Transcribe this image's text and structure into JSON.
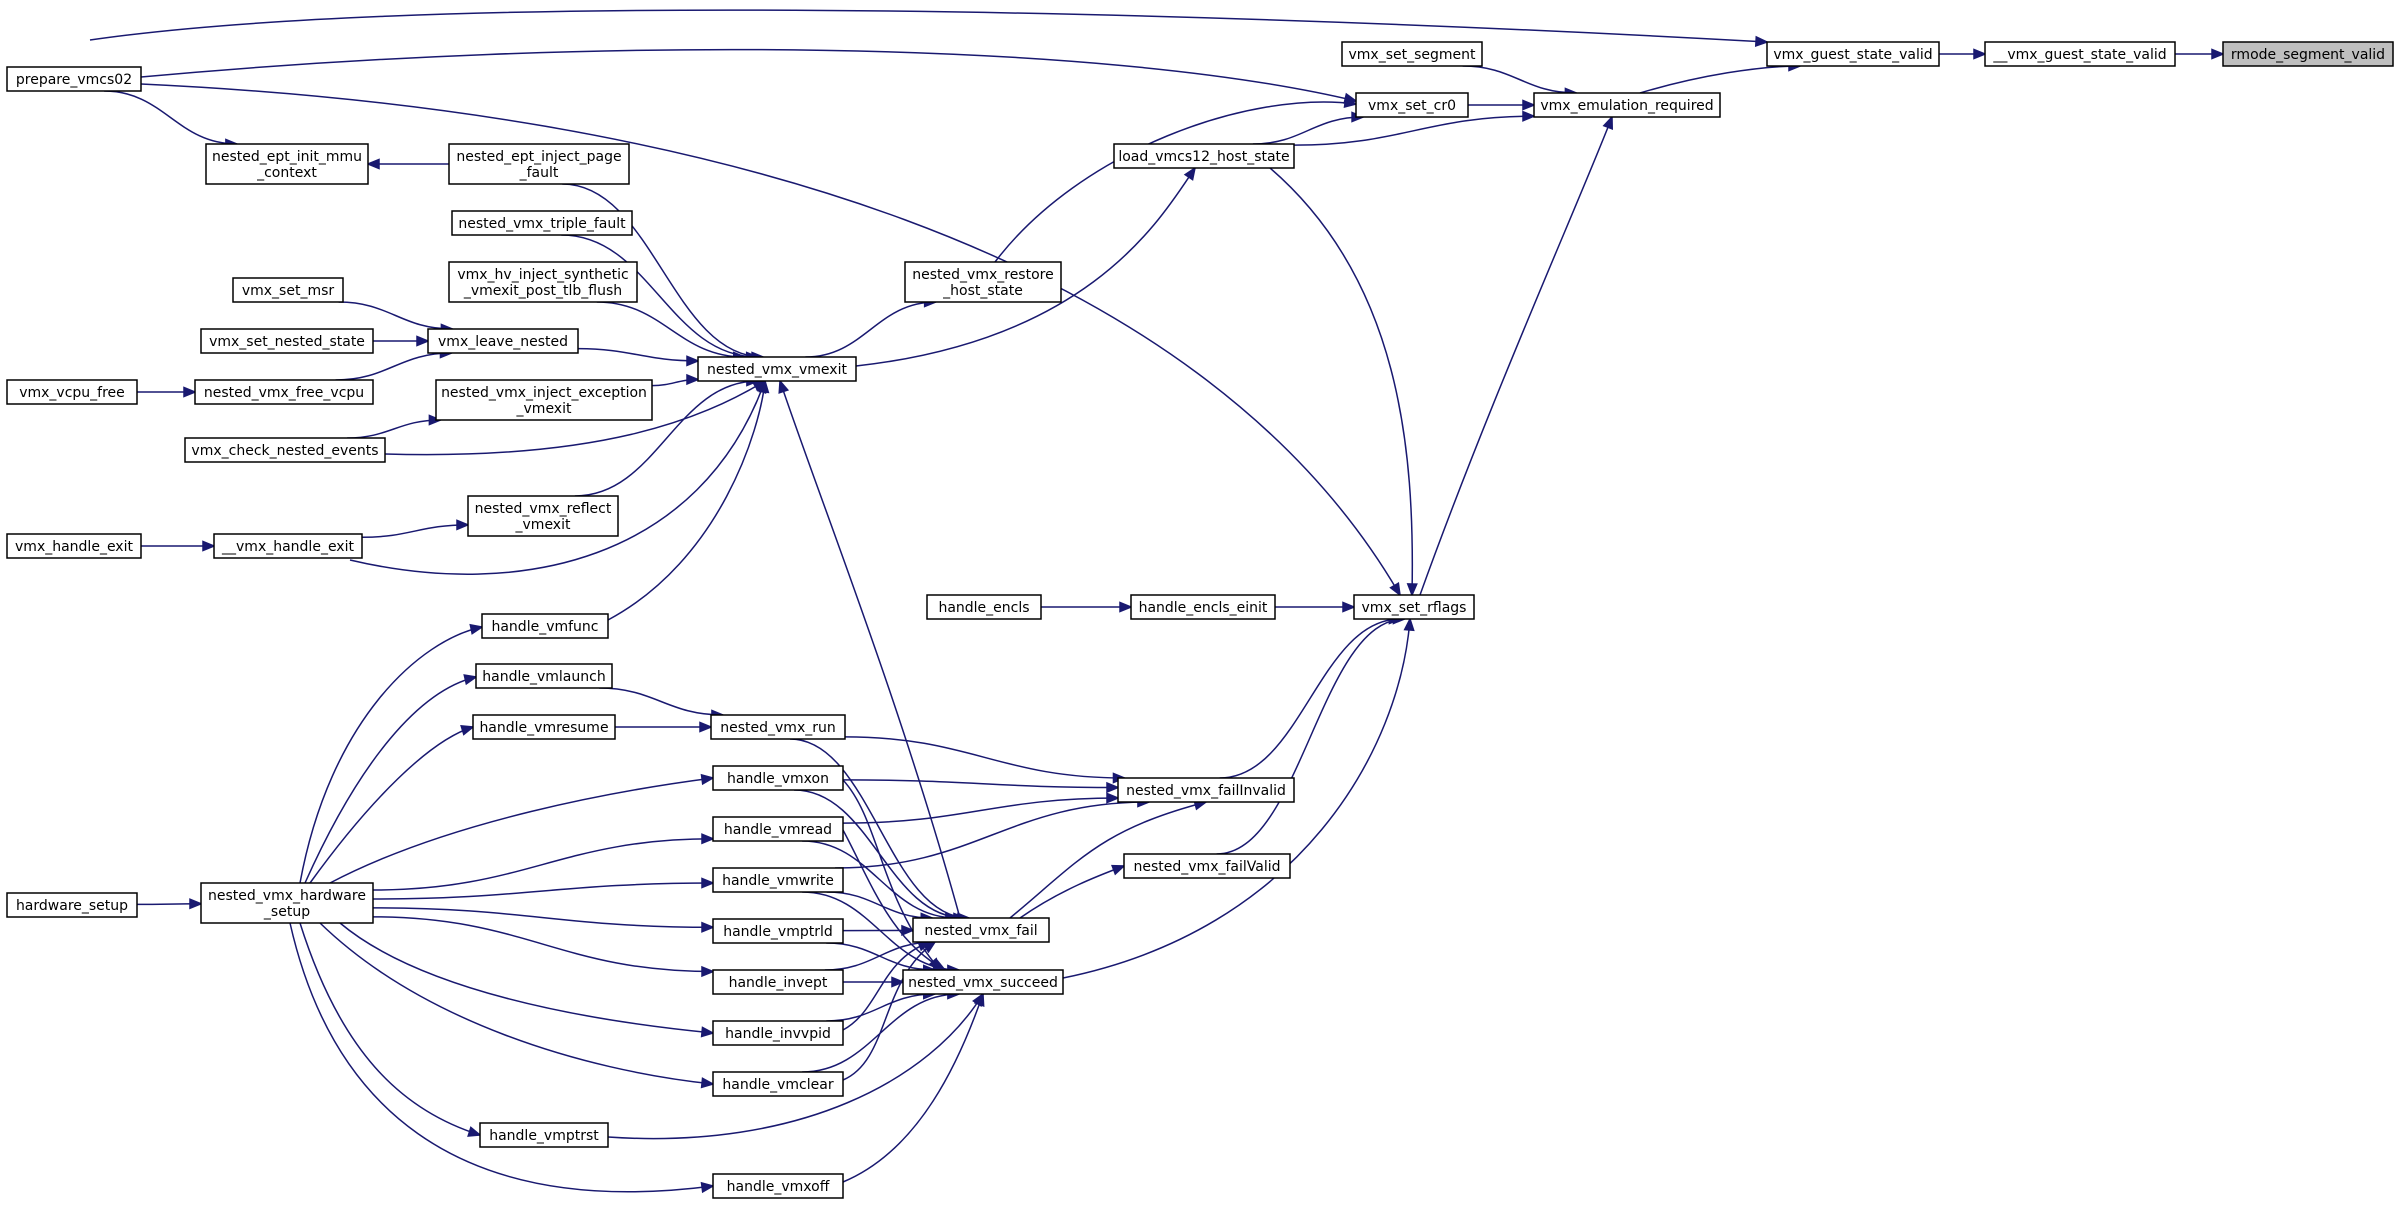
{
  "graph": {
    "title": "",
    "nodes": [
      {
        "id": "rmode_segment_valid",
        "lines": [
          "rmode_segment_valid"
        ],
        "focus": true
      },
      {
        "id": "__vmx_guest_state_valid",
        "lines": [
          "__vmx_guest_state_valid"
        ]
      },
      {
        "id": "vmx_guest_state_valid",
        "lines": [
          "vmx_guest_state_valid"
        ]
      },
      {
        "id": "vmx_emulation_required",
        "lines": [
          "vmx_emulation_required"
        ]
      },
      {
        "id": "vmx_set_segment",
        "lines": [
          "vmx_set_segment"
        ]
      },
      {
        "id": "vmx_set_cr0",
        "lines": [
          "vmx_set_cr0"
        ]
      },
      {
        "id": "load_vmcs12_host_state",
        "lines": [
          "load_vmcs12_host_state"
        ]
      },
      {
        "id": "prepare_vmcs02",
        "lines": [
          "prepare_vmcs02"
        ]
      },
      {
        "id": "nested_ept_init_mmu_context",
        "lines": [
          "nested_ept_init_mmu",
          "_context"
        ]
      },
      {
        "id": "nested_ept_inject_page_fault",
        "lines": [
          "nested_ept_inject_page",
          "_fault"
        ]
      },
      {
        "id": "nested_vmx_triple_fault",
        "lines": [
          "nested_vmx_triple_fault"
        ]
      },
      {
        "id": "vmx_hv_inject_synthetic",
        "lines": [
          "vmx_hv_inject_synthetic",
          "_vmexit_post_tlb_flush"
        ]
      },
      {
        "id": "nested_vmx_restore_host_state",
        "lines": [
          "nested_vmx_restore",
          "_host_state"
        ]
      },
      {
        "id": "vmx_set_msr",
        "lines": [
          "vmx_set_msr"
        ]
      },
      {
        "id": "vmx_set_nested_state",
        "lines": [
          "vmx_set_nested_state"
        ]
      },
      {
        "id": "vmx_leave_nested",
        "lines": [
          "vmx_leave_nested"
        ]
      },
      {
        "id": "nested_vmx_vmexit",
        "lines": [
          "nested_vmx_vmexit"
        ]
      },
      {
        "id": "vmx_vcpu_free",
        "lines": [
          "vmx_vcpu_free"
        ]
      },
      {
        "id": "nested_vmx_free_vcpu",
        "lines": [
          "nested_vmx_free_vcpu"
        ]
      },
      {
        "id": "nested_vmx_inject_exception_vmexit",
        "lines": [
          "nested_vmx_inject_exception",
          "_vmexit"
        ]
      },
      {
        "id": "vmx_check_nested_events",
        "lines": [
          "vmx_check_nested_events"
        ]
      },
      {
        "id": "nested_vmx_reflect_vmexit",
        "lines": [
          "nested_vmx_reflect",
          "_vmexit"
        ]
      },
      {
        "id": "vmx_handle_exit",
        "lines": [
          "vmx_handle_exit"
        ]
      },
      {
        "id": "__vmx_handle_exit",
        "lines": [
          "__vmx_handle_exit"
        ]
      },
      {
        "id": "handle_encls",
        "lines": [
          "handle_encls"
        ]
      },
      {
        "id": "handle_encls_einit",
        "lines": [
          "handle_encls_einit"
        ]
      },
      {
        "id": "vmx_set_rflags",
        "lines": [
          "vmx_set_rflags"
        ]
      },
      {
        "id": "handle_vmfunc",
        "lines": [
          "handle_vmfunc"
        ]
      },
      {
        "id": "handle_vmlaunch",
        "lines": [
          "handle_vmlaunch"
        ]
      },
      {
        "id": "handle_vmresume",
        "lines": [
          "handle_vmresume"
        ]
      },
      {
        "id": "nested_vmx_run",
        "lines": [
          "nested_vmx_run"
        ]
      },
      {
        "id": "handle_vmxon",
        "lines": [
          "handle_vmxon"
        ]
      },
      {
        "id": "nested_vmx_failInvalid",
        "lines": [
          "nested_vmx_failInvalid"
        ]
      },
      {
        "id": "handle_vmread",
        "lines": [
          "handle_vmread"
        ]
      },
      {
        "id": "nested_vmx_failValid",
        "lines": [
          "nested_vmx_failValid"
        ]
      },
      {
        "id": "handle_vmwrite",
        "lines": [
          "handle_vmwrite"
        ]
      },
      {
        "id": "hardware_setup",
        "lines": [
          "hardware_setup"
        ]
      },
      {
        "id": "nested_vmx_hardware_setup",
        "lines": [
          "nested_vmx_hardware",
          "_setup"
        ]
      },
      {
        "id": "handle_vmptrld",
        "lines": [
          "handle_vmptrld"
        ]
      },
      {
        "id": "nested_vmx_fail",
        "lines": [
          "nested_vmx_fail"
        ]
      },
      {
        "id": "handle_invept",
        "lines": [
          "handle_invept"
        ]
      },
      {
        "id": "nested_vmx_succeed",
        "lines": [
          "nested_vmx_succeed"
        ]
      },
      {
        "id": "handle_invvpid",
        "lines": [
          "handle_invvpid"
        ]
      },
      {
        "id": "handle_vmclear",
        "lines": [
          "handle_vmclear"
        ]
      },
      {
        "id": "handle_vmptrst",
        "lines": [
          "handle_vmptrst"
        ]
      },
      {
        "id": "handle_vmxoff",
        "lines": [
          "handle_vmxoff"
        ]
      }
    ],
    "edges": [
      [
        "__vmx_guest_state_valid",
        "rmode_segment_valid"
      ],
      [
        "vmx_guest_state_valid",
        "__vmx_guest_state_valid"
      ],
      [
        "prepare_vmcs02",
        "vmx_guest_state_valid"
      ],
      [
        "vmx_emulation_required",
        "vmx_guest_state_valid"
      ],
      [
        "vmx_set_segment",
        "vmx_emulation_required"
      ],
      [
        "vmx_set_cr0",
        "vmx_emulation_required"
      ],
      [
        "load_vmcs12_host_state",
        "vmx_emulation_required"
      ],
      [
        "vmx_set_rflags",
        "vmx_emulation_required"
      ],
      [
        "prepare_vmcs02",
        "vmx_set_cr0"
      ],
      [
        "load_vmcs12_host_state",
        "vmx_set_cr0"
      ],
      [
        "nested_vmx_restore_host_state",
        "vmx_set_cr0"
      ],
      [
        "nested_vmx_vmexit",
        "load_vmcs12_host_state"
      ],
      [
        "nested_vmx_vmexit",
        "nested_vmx_restore_host_state"
      ],
      [
        "prepare_vmcs02",
        "nested_ept_init_mmu_context"
      ],
      [
        "prepare_vmcs02",
        "vmx_set_rflags"
      ],
      [
        "nested_ept_inject_page_fault",
        "nested_ept_init_mmu_context"
      ],
      [
        "nested_ept_inject_page_fault",
        "nested_vmx_vmexit"
      ],
      [
        "nested_vmx_triple_fault",
        "nested_vmx_vmexit"
      ],
      [
        "vmx_hv_inject_synthetic",
        "nested_vmx_vmexit"
      ],
      [
        "vmx_leave_nested",
        "nested_vmx_vmexit"
      ],
      [
        "nested_vmx_inject_exception_vmexit",
        "nested_vmx_vmexit"
      ],
      [
        "vmx_check_nested_events",
        "nested_vmx_vmexit"
      ],
      [
        "nested_vmx_reflect_vmexit",
        "nested_vmx_vmexit"
      ],
      [
        "__vmx_handle_exit",
        "nested_vmx_vmexit"
      ],
      [
        "handle_vmfunc",
        "nested_vmx_vmexit"
      ],
      [
        "nested_vmx_fail",
        "nested_vmx_vmexit"
      ],
      [
        "vmx_set_msr",
        "vmx_leave_nested"
      ],
      [
        "vmx_set_nested_state",
        "vmx_leave_nested"
      ],
      [
        "nested_vmx_free_vcpu",
        "vmx_leave_nested"
      ],
      [
        "vmx_vcpu_free",
        "nested_vmx_free_vcpu"
      ],
      [
        "vmx_check_nested_events",
        "nested_vmx_inject_exception_vmexit"
      ],
      [
        "__vmx_handle_exit",
        "nested_vmx_reflect_vmexit"
      ],
      [
        "vmx_handle_exit",
        "__vmx_handle_exit"
      ],
      [
        "handle_encls",
        "handle_encls_einit"
      ],
      [
        "handle_encls_einit",
        "vmx_set_rflags"
      ],
      [
        "load_vmcs12_host_state",
        "vmx_set_rflags"
      ],
      [
        "nested_vmx_failInvalid",
        "vmx_set_rflags"
      ],
      [
        "nested_vmx_failValid",
        "vmx_set_rflags"
      ],
      [
        "nested_vmx_succeed",
        "vmx_set_rflags"
      ],
      [
        "nested_vmx_run",
        "nested_vmx_failInvalid"
      ],
      [
        "handle_vmxon",
        "nested_vmx_failInvalid"
      ],
      [
        "handle_vmread",
        "nested_vmx_failInvalid"
      ],
      [
        "handle_vmwrite",
        "nested_vmx_failInvalid"
      ],
      [
        "nested_vmx_fail",
        "nested_vmx_failInvalid"
      ],
      [
        "nested_vmx_fail",
        "nested_vmx_failValid"
      ],
      [
        "handle_vmlaunch",
        "nested_vmx_run"
      ],
      [
        "handle_vmresume",
        "nested_vmx_run"
      ],
      [
        "nested_vmx_run",
        "nested_vmx_fail"
      ],
      [
        "handle_vmxon",
        "nested_vmx_fail"
      ],
      [
        "handle_vmread",
        "nested_vmx_fail"
      ],
      [
        "handle_vmwrite",
        "nested_vmx_fail"
      ],
      [
        "handle_vmptrld",
        "nested_vmx_fail"
      ],
      [
        "handle_invept",
        "nested_vmx_fail"
      ],
      [
        "handle_invvpid",
        "nested_vmx_fail"
      ],
      [
        "handle_vmclear",
        "nested_vmx_fail"
      ],
      [
        "handle_vmxon",
        "nested_vmx_succeed"
      ],
      [
        "handle_vmread",
        "nested_vmx_succeed"
      ],
      [
        "handle_vmwrite",
        "nested_vmx_succeed"
      ],
      [
        "handle_vmptrld",
        "nested_vmx_succeed"
      ],
      [
        "handle_invept",
        "nested_vmx_succeed"
      ],
      [
        "handle_invvpid",
        "nested_vmx_succeed"
      ],
      [
        "handle_vmclear",
        "nested_vmx_succeed"
      ],
      [
        "handle_vmptrst",
        "nested_vmx_succeed"
      ],
      [
        "handle_vmxoff",
        "nested_vmx_succeed"
      ],
      [
        "hardware_setup",
        "nested_vmx_hardware_setup"
      ],
      [
        "nested_vmx_hardware_setup",
        "handle_vmfunc"
      ],
      [
        "nested_vmx_hardware_setup",
        "handle_vmlaunch"
      ],
      [
        "nested_vmx_hardware_setup",
        "handle_vmresume"
      ],
      [
        "nested_vmx_hardware_setup",
        "handle_vmxon"
      ],
      [
        "nested_vmx_hardware_setup",
        "handle_vmread"
      ],
      [
        "nested_vmx_hardware_setup",
        "handle_vmwrite"
      ],
      [
        "nested_vmx_hardware_setup",
        "handle_vmptrld"
      ],
      [
        "nested_vmx_hardware_setup",
        "handle_invept"
      ],
      [
        "nested_vmx_hardware_setup",
        "handle_invvpid"
      ],
      [
        "nested_vmx_hardware_setup",
        "handle_vmclear"
      ],
      [
        "nested_vmx_hardware_setup",
        "handle_vmptrst"
      ],
      [
        "nested_vmx_hardware_setup",
        "handle_vmxoff"
      ]
    ]
  },
  "colors": {
    "edge": "#191970",
    "node_border": "#000000",
    "node_fill": "#ffffff",
    "focus_fill": "#bfbfbf"
  }
}
